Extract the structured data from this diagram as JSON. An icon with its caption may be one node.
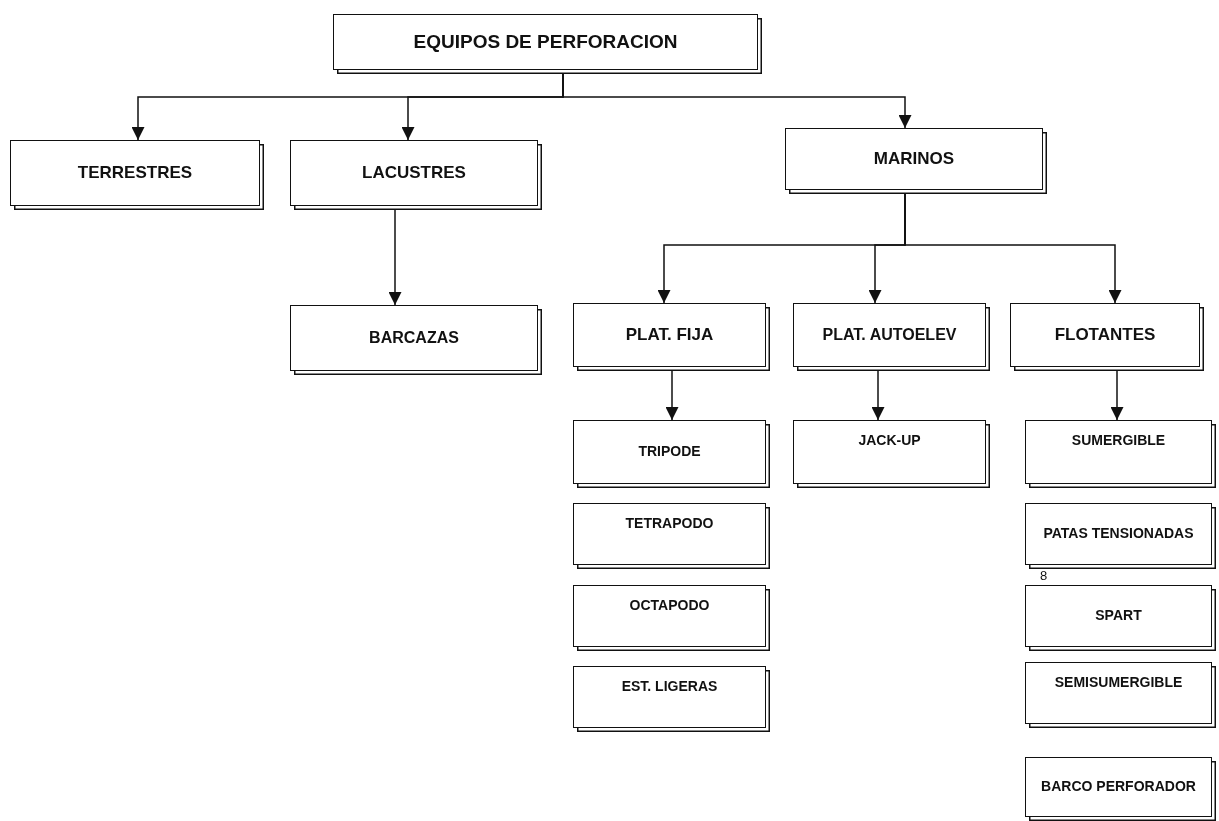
{
  "diagram": {
    "nodes": [
      {
        "text": [
          "EQUIPOS DE PERFORACION"
        ]
      },
      {
        "text": [
          "TERRESTRES"
        ]
      },
      {
        "text": [
          "LACUSTRES"
        ]
      },
      {
        "text": [
          "MARINOS"
        ]
      },
      {
        "text": [
          "BARCAZAS"
        ]
      },
      {
        "text": [
          "PLAT. FIJA"
        ]
      },
      {
        "text": [
          "PLAT. AUTOELEV"
        ]
      },
      {
        "text": [
          "FLOTANTES"
        ]
      },
      {
        "text": [
          "TRIPODE"
        ]
      },
      {
        "text": [
          "TETRAPODO"
        ]
      },
      {
        "text": [
          "OCTAPODO"
        ]
      },
      {
        "text": [
          "EST. LIGERAS"
        ]
      },
      {
        "text": [
          "JACK-UP"
        ]
      },
      {
        "text": [
          "SUMERGIBLE"
        ]
      },
      {
        "text": [
          "PATAS TENSIONADAS"
        ]
      },
      {
        "text": [
          "SPART"
        ]
      },
      {
        "text": [
          "SEMISUMERGIBLE"
        ]
      },
      {
        "text": [
          "BARCO PERFORADOR"
        ]
      }
    ],
    "edges": [
      {
        "from": 0,
        "to": 1,
        "arrow": "to"
      },
      {
        "from": 0,
        "to": 2,
        "arrow": "to"
      },
      {
        "from": 0,
        "to": 3,
        "arrow": "to"
      },
      {
        "from": 2,
        "to": 4,
        "arrow": "to"
      },
      {
        "from": 3,
        "to": 5,
        "arrow": "to"
      },
      {
        "from": 3,
        "to": 6,
        "arrow": "to"
      },
      {
        "from": 3,
        "to": 7,
        "arrow": "to"
      },
      {
        "from": 5,
        "to": 8,
        "arrow": "to"
      },
      {
        "from": 6,
        "to": 12,
        "arrow": "to"
      },
      {
        "from": 7,
        "to": 13,
        "arrow": "to"
      }
    ],
    "labels": [
      "8"
    ]
  }
}
